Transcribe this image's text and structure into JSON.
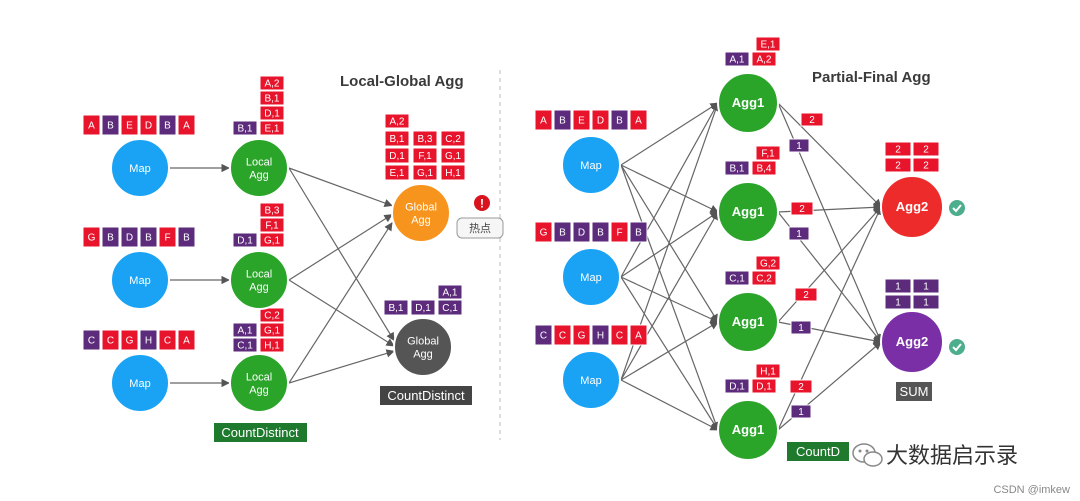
{
  "titles": {
    "local_global": "Local-Global Agg",
    "partial_final": "Partial-Final Agg"
  },
  "colors": {
    "map": "#1aa3f4",
    "agg_green": "#2aa52a",
    "global_hot": "#f7941d",
    "global_gray": "#555555",
    "agg2_red": "#ee2b2b",
    "agg2_purple": "#7a2fa6",
    "cell_red": "#e8142c",
    "cell_purple": "#5c2b7c",
    "countdistinct_green": "#1f7a2e",
    "sum_gray": "#555555",
    "check": "#4cae8c",
    "warn": "#d9141e"
  },
  "left": {
    "map_label": "Map",
    "local_agg_label": "Local\nAgg",
    "global_agg_label": "Global\nAgg",
    "map_inputs": [
      [
        "A",
        "B",
        "E",
        "D",
        "B",
        "A"
      ],
      [
        "G",
        "B",
        "D",
        "B",
        "F",
        "B"
      ],
      [
        "C",
        "C",
        "G",
        "H",
        "C",
        "A"
      ]
    ],
    "map_input_colors": [
      [
        "red",
        "purple",
        "red",
        "red",
        "purple",
        "red"
      ],
      [
        "red",
        "purple",
        "purple",
        "purple",
        "red",
        "purple"
      ],
      [
        "purple",
        "red",
        "red",
        "purple",
        "red",
        "red"
      ]
    ],
    "local_agg_1": {
      "red": [
        "A,2",
        "B,1",
        "D,1",
        "E,1"
      ],
      "purple": [
        "B,1"
      ]
    },
    "local_agg_2": {
      "red": [
        "B,3",
        "F,1",
        "G,1"
      ],
      "purple": [
        "D,1"
      ]
    },
    "local_agg_3": {
      "red": [
        "C,2",
        "G,1",
        "H,1"
      ],
      "purple": [
        "A,1",
        "C,1"
      ]
    },
    "global_hot_cells": {
      "row1": [
        "A,2"
      ],
      "row2": [
        "B,1",
        "B,3",
        "C,2"
      ],
      "row3": [
        "D,1",
        "F,1",
        "G,1"
      ],
      "row4": [
        "E,1",
        "G,1",
        "H,1"
      ]
    },
    "global_gray_cells": {
      "row1": [
        "A,1"
      ],
      "row2": [
        "B,1",
        "D,1",
        "C,1"
      ]
    },
    "hot_label": "热点",
    "warn_mark": "!",
    "countdistinct_label": "CountDistinct",
    "countdistinct_label_2": "CountDistinct"
  },
  "right": {
    "map_label": "Map",
    "agg1_label": "Agg1",
    "agg2_label": "Agg2",
    "map_inputs": [
      [
        "A",
        "B",
        "E",
        "D",
        "B",
        "A"
      ],
      [
        "G",
        "B",
        "D",
        "B",
        "F",
        "B"
      ],
      [
        "C",
        "C",
        "G",
        "H",
        "C",
        "A"
      ]
    ],
    "map_input_colors": [
      [
        "red",
        "purple",
        "red",
        "red",
        "purple",
        "red"
      ],
      [
        "red",
        "purple",
        "purple",
        "purple",
        "red",
        "purple"
      ],
      [
        "purple",
        "red",
        "red",
        "purple",
        "red",
        "red"
      ]
    ],
    "agg1_1": {
      "top": [
        "E,1"
      ],
      "bottom_purple": [
        "A,1"
      ],
      "bottom_red": [
        "A,2"
      ]
    },
    "agg1_2": {
      "top": [
        "F,1"
      ],
      "bottom_purple": [
        "B,1"
      ],
      "bottom_red": [
        "B,4"
      ]
    },
    "agg1_3": {
      "top": [
        "G,2"
      ],
      "bottom_purple": [
        "C,1"
      ],
      "bottom_red": [
        "C,2"
      ]
    },
    "agg1_4": {
      "top": [
        "H,1"
      ],
      "bottom_purple": [
        "D,1"
      ],
      "bottom_red": [
        "D,1"
      ]
    },
    "edge_tags": {
      "agg1_1_red": "2",
      "agg1_1_purple": "1",
      "agg1_2_red": "2",
      "agg1_2_purple": "1",
      "agg1_3_red": "2",
      "agg1_3_purple": "1",
      "agg1_4_red": "2",
      "agg1_4_purple": "1"
    },
    "agg2_red_cells": [
      "2",
      "2",
      "2",
      "2"
    ],
    "agg2_purple_cells": [
      "1",
      "1",
      "1",
      "1"
    ],
    "sum_label": "SUM",
    "countdistinct_label": "CountD"
  },
  "watermark": {
    "text": "大数据启示录",
    "icon": "wechat-icon"
  },
  "credit": "CSDN @imkew"
}
